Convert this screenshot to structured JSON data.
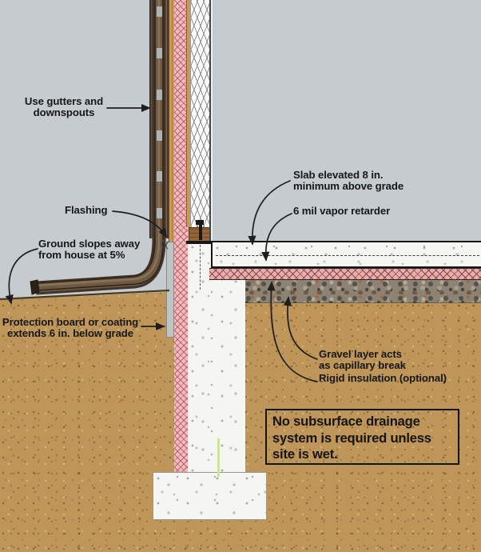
{
  "callouts": {
    "gutters": {
      "lines": [
        "Use gutters and",
        "downspouts"
      ]
    },
    "flashing": {
      "lines": [
        "Flashing"
      ]
    },
    "ground_slope": {
      "lines": [
        "Ground slopes away",
        "from house at 5%"
      ]
    },
    "protection_board": {
      "lines": [
        "Protection board or coating",
        "extends 6 in. below grade"
      ]
    },
    "slab_elevated": {
      "lines": [
        "Slab elevated 8 in.",
        "minimum above grade"
      ]
    },
    "vapor_retarder": {
      "lines": [
        "6 mil vapor retarder"
      ]
    },
    "gravel_layer": {
      "lines": [
        "Gravel layer acts",
        "as capillary break"
      ]
    },
    "rigid_insulation": {
      "lines": [
        "Rigid insulation (optional)"
      ]
    }
  },
  "note_box": {
    "lines": [
      "No subsurface drainage",
      "system is required unless",
      "site is wet."
    ]
  },
  "colors": {
    "background": "#c5cbcf",
    "soil": "#bf9659",
    "wall_foam_pink": "#f3bcbe",
    "under_slab_foam_pink": "#eeaaa8",
    "concrete": "#f5f5f2",
    "gravel": "#8d8375",
    "siding_brown": "#5f4b39",
    "sheathing_tan": "#c89a55",
    "leader_line": "#1f1f1f"
  }
}
